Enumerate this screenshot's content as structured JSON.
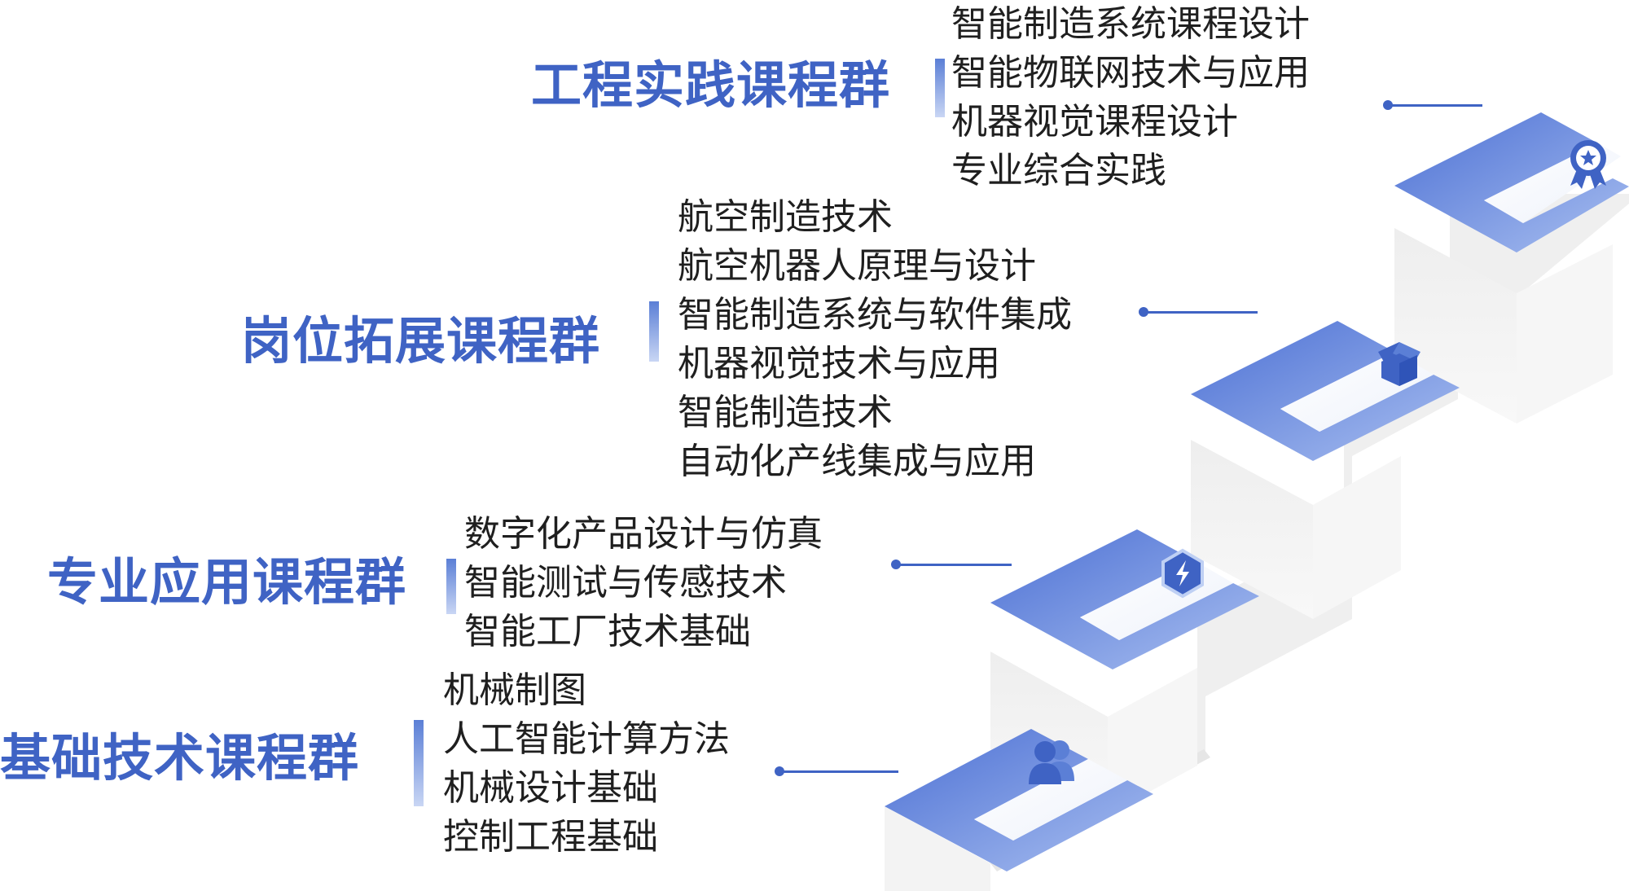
{
  "groups": [
    {
      "title": "基础技术课程群",
      "courses": [
        "机械制图",
        "人工智能计算方法",
        "机械设计基础",
        "控制工程基础"
      ]
    },
    {
      "title": "专业应用课程群",
      "courses": [
        "数字化产品设计与仿真",
        "智能测试与传感技术",
        "智能工厂技术基础"
      ]
    },
    {
      "title": "岗位拓展课程群",
      "courses": [
        "航空制造技术",
        "航空机器人原理与设计",
        "智能制造系统与软件集成",
        "机器视觉技术与应用",
        "智能制造技术",
        "自动化产线集成与应用"
      ]
    },
    {
      "title": "工程实践课程群",
      "courses": [
        "智能制造系统课程设计",
        "智能物联网技术与应用",
        "机器视觉课程设计",
        "专业综合实践"
      ]
    }
  ],
  "step_icons": [
    "users-icon",
    "lightning-icon",
    "box-icon",
    "award-icon"
  ],
  "colors": {
    "accent": "#3f63c4",
    "step_top_dark": "#4e73d6",
    "step_top_light": "#bfd0f4",
    "step_side": "#f1f1f1",
    "text": "#1f1f1f"
  }
}
